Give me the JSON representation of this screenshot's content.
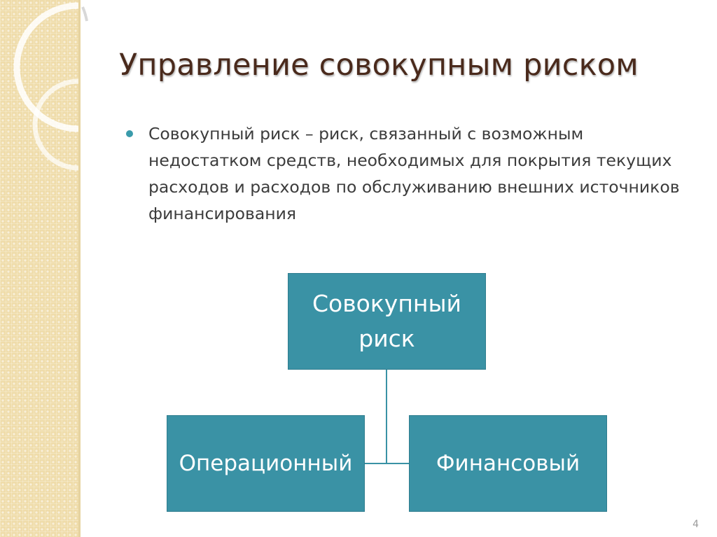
{
  "slide": {
    "title": "Управление совокупным риском",
    "bullet": "Совокупный риск – риск, связанный с возможным недостатком средств, необходимых для покрытия текущих расходов и расходов по обслуживанию внешних источников финансирования",
    "page_number": "4"
  },
  "diagram": {
    "root": "Совокупный риск",
    "children": [
      "Операционный",
      "Финансовый"
    ]
  },
  "colors": {
    "node_fill": "#3a92a5",
    "bullet": "#3a9bab",
    "title": "#4a2a1c",
    "side_strip": "#efdcaa"
  }
}
